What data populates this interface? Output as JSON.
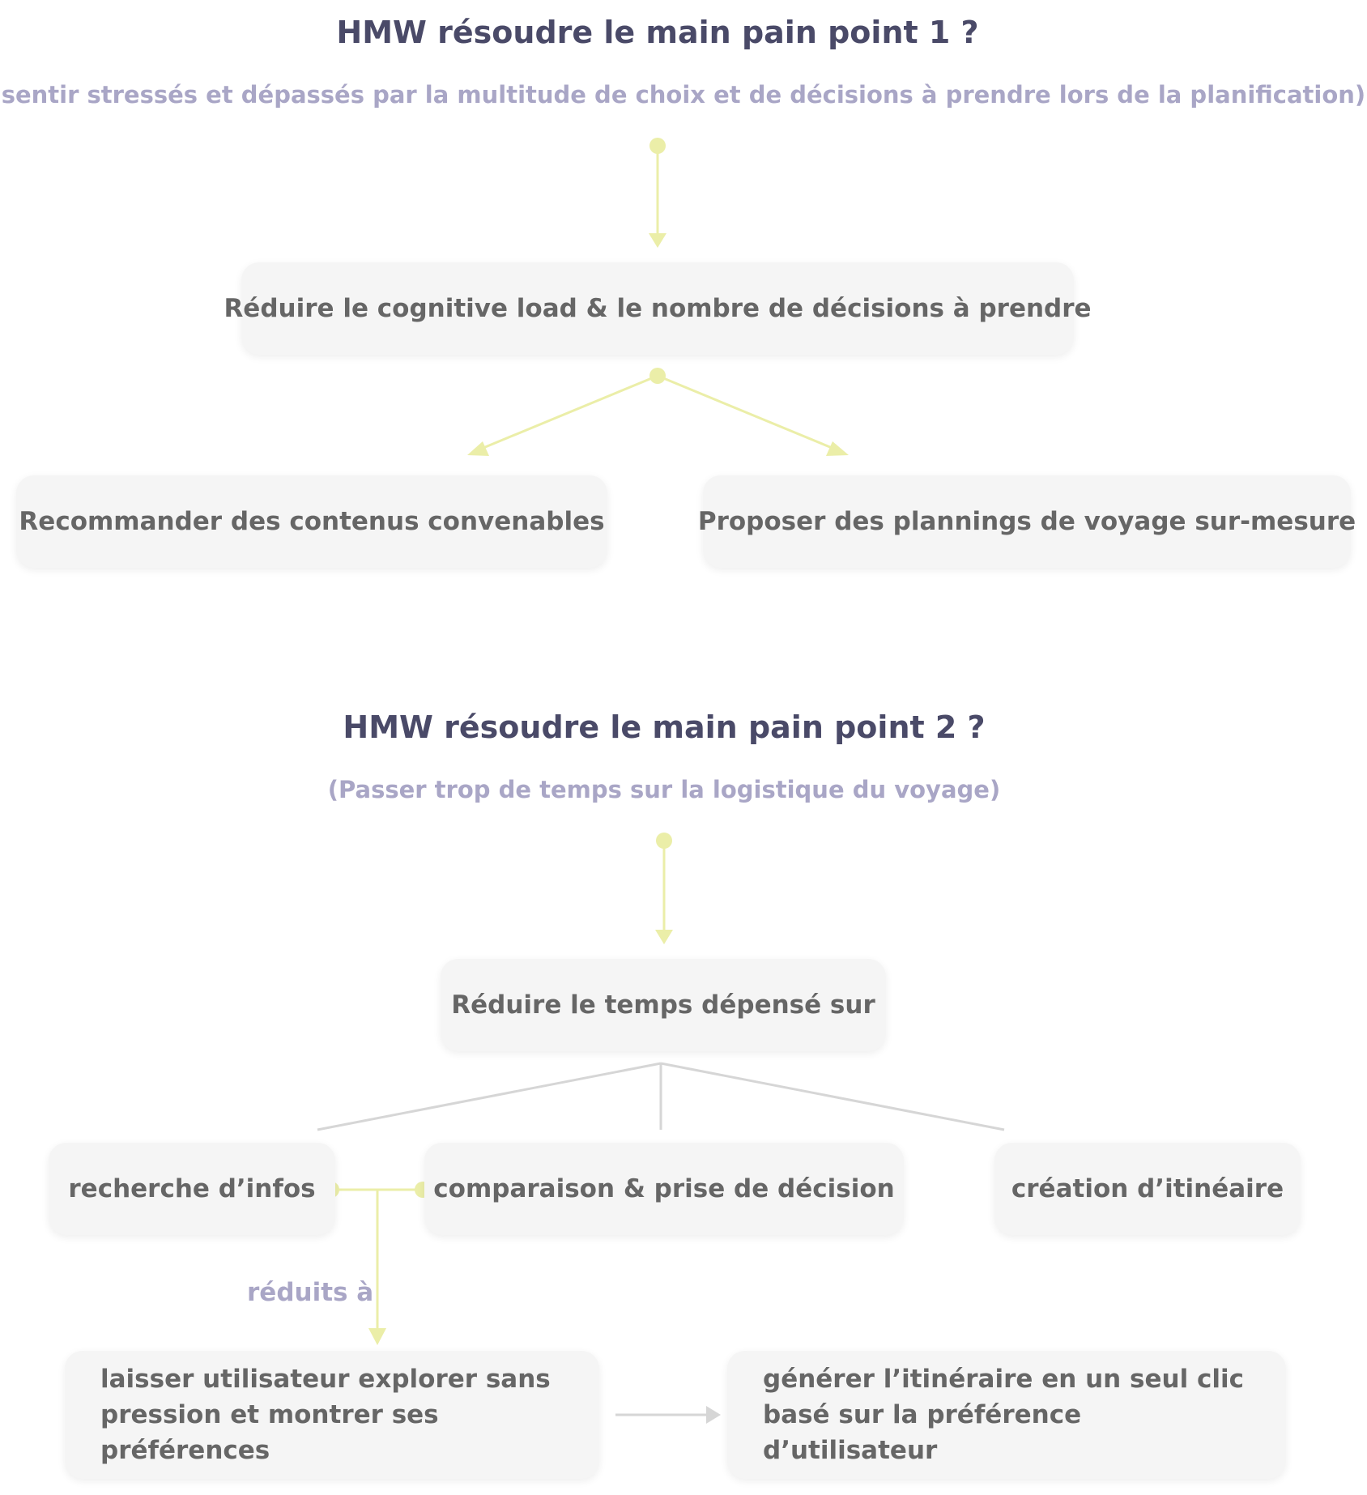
{
  "section1": {
    "title": "HMW résoudre le main pain point 1 ?",
    "subtitle": "(Se sentir stressés et dépassés par la multitude de choix et de décisions à prendre lors de la planification)",
    "goal": "Réduire le cognitive load & le nombre de décisions à prendre",
    "solutions": [
      "Recommander des contenus convenables",
      "Proposer des plannings de voyage sur-mesure"
    ]
  },
  "section2": {
    "title": "HMW résoudre le main pain point 2 ?",
    "subtitle": "(Passer trop de temps sur la logistique du voyage)",
    "goal": "Réduire le temps dépensé sur",
    "areas": [
      "recherche d’infos",
      "comparaison & prise de décision",
      "création d’itinéaire"
    ],
    "link_label": "réduits à",
    "outcomes": [
      "laisser utilisateur explorer sans pression et montrer ses préférences",
      "générer l’itinéraire en un seul clic basé sur la préférence d’utilisateur"
    ]
  },
  "colors": {
    "title": "#4a4a68",
    "subtitle": "#a9a6c6",
    "node_bg": "#f5f5f5",
    "node_text": "#666666",
    "accent_connector": "#ebeea8",
    "neutral_connector": "#d6d6d6"
  }
}
